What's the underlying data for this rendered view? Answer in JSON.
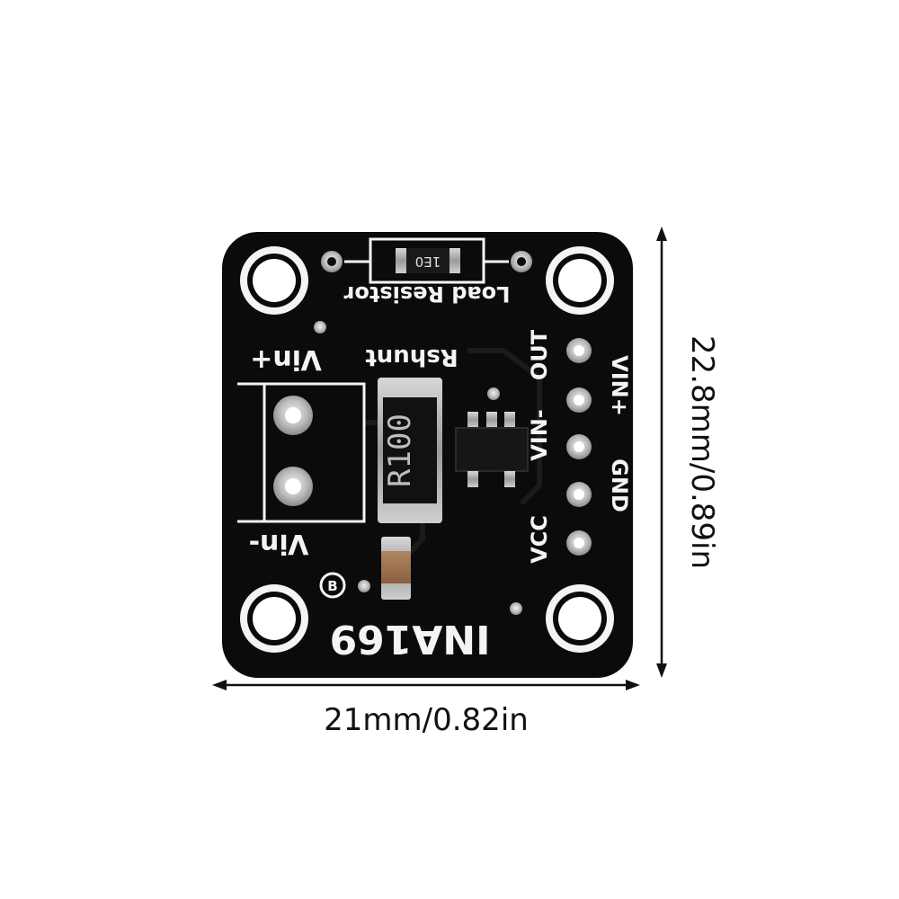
{
  "board": {
    "chip_name": "INA169",
    "load_resistor_label": "Load Resistor",
    "load_resistor_code": "1E0",
    "rshunt_label": "Rshunt",
    "shunt_resistor_code": "R100",
    "vin_plus_terminal": "Vin+",
    "vin_minus_terminal": "Vin-",
    "logo_letter": "B",
    "pins": [
      "OUT",
      "VIN+",
      "VIN-",
      "GND",
      "VCC"
    ]
  },
  "dimensions": {
    "width_label": "21mm/0.82in",
    "height_label": "22.8mm/0.89in"
  },
  "colors": {
    "pcb": "#0b0b0b",
    "silkscreen": "#f4f4f4",
    "pad": "#c9c9c9",
    "copper_trace": "#1a1a1a"
  }
}
